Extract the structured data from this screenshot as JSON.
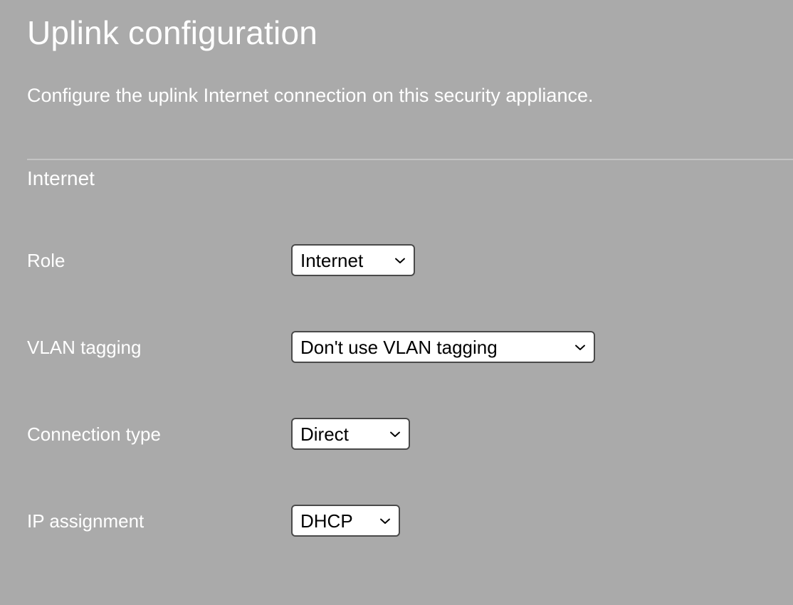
{
  "header": {
    "title": "Uplink configuration",
    "subtitle": "Configure the uplink Internet connection on this security appliance."
  },
  "section": {
    "heading": "Internet"
  },
  "form": {
    "rows": [
      {
        "label": "Role",
        "value": "Internet",
        "icon": "chevron-down-icon",
        "name": "role"
      },
      {
        "label": "VLAN tagging",
        "value": "Don't use VLAN tagging",
        "icon": "chevron-down-icon",
        "name": "vlan-tagging"
      },
      {
        "label": "Connection type",
        "value": "Direct",
        "icon": "chevron-down-icon",
        "name": "connection-type"
      },
      {
        "label": "IP assignment",
        "value": "DHCP",
        "icon": "chevron-down-icon",
        "name": "ip-assignment"
      }
    ]
  },
  "colors": {
    "background": "#aaaaaa",
    "text": "#ffffff",
    "divider": "#c3c3c3",
    "select_background": "#ffffff",
    "select_border": "#4a4a4a",
    "select_text": "#000000"
  }
}
